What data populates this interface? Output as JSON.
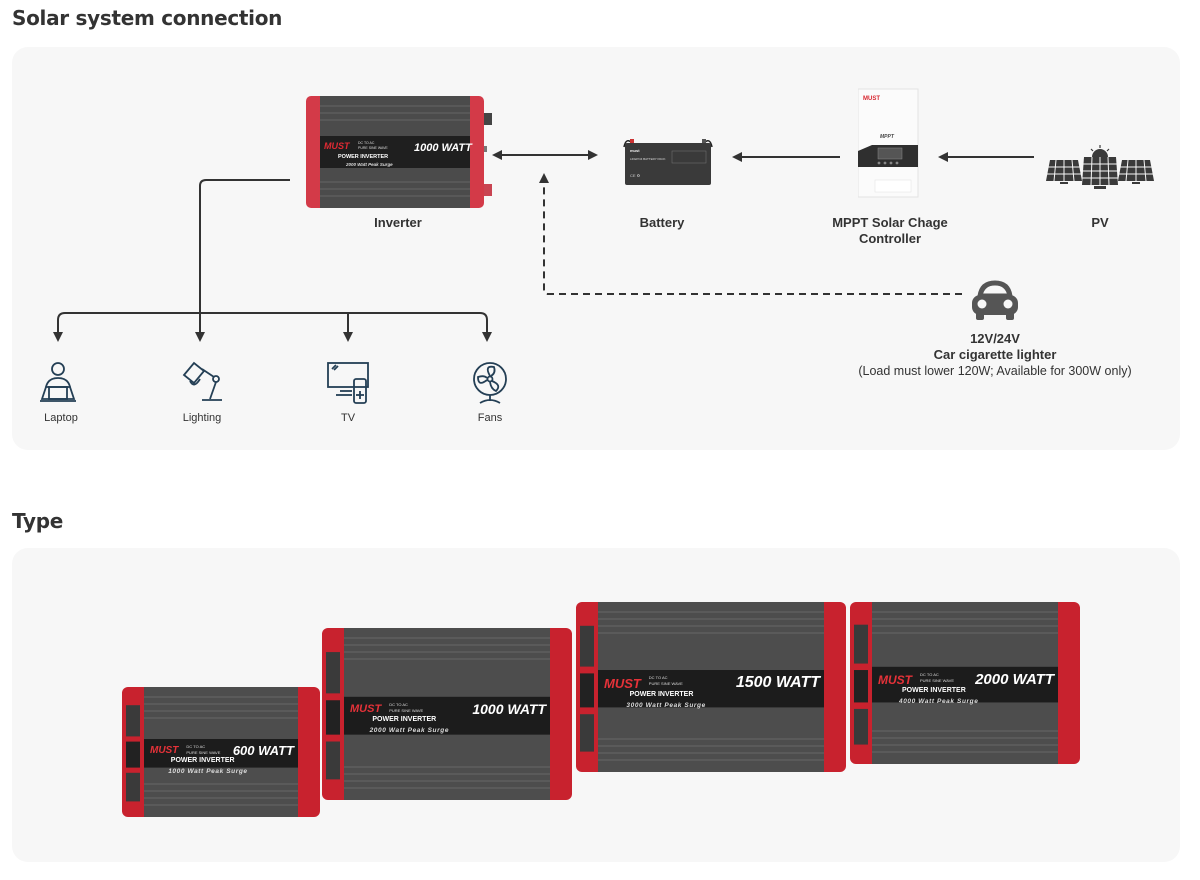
{
  "sections": {
    "connection": {
      "title": "Solar system connection"
    },
    "type": {
      "title": "Type"
    }
  },
  "diagram": {
    "nodes": {
      "inverter": {
        "label": "Inverter",
        "brand": "MUST",
        "spec": "1000 WATT",
        "subtitle": "POWER INVERTER",
        "line1": "DC TO AC",
        "line2": "PURE SINE WAVE",
        "surge": "2000 Watt Peak Surge"
      },
      "battery": {
        "label": "Battery",
        "brand": "must",
        "text": "LIFEPO4 BATTERY PACK"
      },
      "controller": {
        "label_line1": "MPPT Solar Chage",
        "label_line2": "Controller",
        "brand": "MUST",
        "badge": "MPPT"
      },
      "pv": {
        "label": "PV"
      },
      "car": {
        "voltage": "12V/24V",
        "label": "Car cigarette lighter",
        "note": "(Load must lower 120W; Available for 300W only)"
      }
    },
    "loads": [
      {
        "label": "Laptop",
        "icon": "laptop-user-icon"
      },
      {
        "label": "Lighting",
        "icon": "desk-lamp-icon"
      },
      {
        "label": "TV",
        "icon": "tv-remote-icon"
      },
      {
        "label": "Fans",
        "icon": "fan-icon"
      }
    ]
  },
  "products": [
    {
      "brand": "MUST",
      "watt": "600 WATT",
      "line1": "DC TO AC",
      "line2": "PURE SINE WAVE",
      "subtitle": "POWER INVERTER",
      "surge": "1000 Watt Peak Surge"
    },
    {
      "brand": "MUST",
      "watt": "1000 WATT",
      "line1": "DC TO AC",
      "line2": "PURE SINE WAVE",
      "subtitle": "POWER INVERTER",
      "surge": "2000 Watt Peak Surge"
    },
    {
      "brand": "MUST",
      "watt": "1500 WATT",
      "line1": "DC TO AC",
      "line2": "PURE SINE WAVE",
      "subtitle": "POWER INVERTER",
      "surge": "3000 Watt Peak Surge"
    },
    {
      "brand": "MUST",
      "watt": "2000 WATT",
      "line1": "DC TO AC",
      "line2": "PURE SINE WAVE",
      "subtitle": "POWER INVERTER",
      "surge": "4000 Watt Peak Surge"
    }
  ],
  "colors": {
    "panel_bg": "#f7f7f7",
    "accent_red": "#c8222e",
    "body_gray": "#4a4a4a",
    "line_dark": "#333333",
    "icon_navy": "#243f55"
  }
}
